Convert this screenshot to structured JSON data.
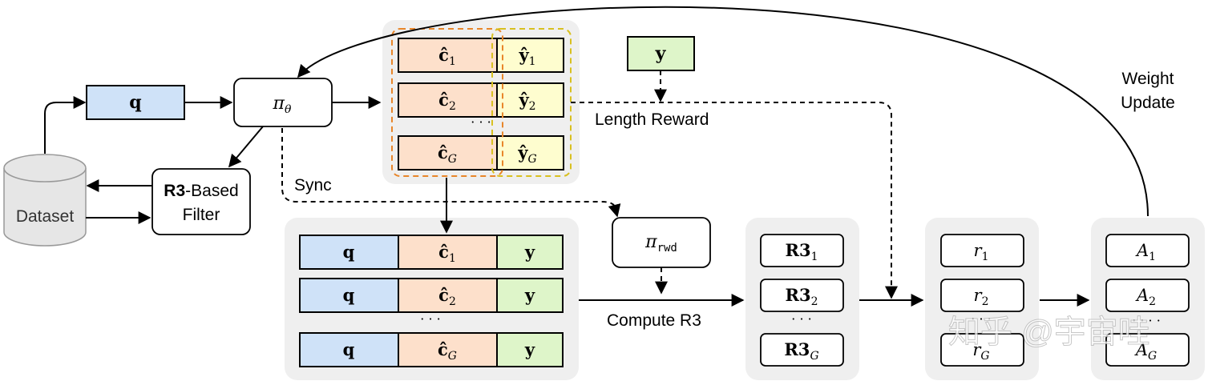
{
  "nodes": {
    "dataset": "Dataset",
    "q": "q",
    "policy": "π",
    "policy_sub": "θ",
    "filter_bold": "R3",
    "filter_rest": "-Based",
    "filter_line2": "Filter",
    "y_top": "y",
    "reward_model": "π",
    "reward_model_sub": "rwd"
  },
  "rollouts": {
    "rows": [
      {
        "c": "ĉ",
        "c_sub": "1",
        "y": "ŷ",
        "y_sub": "1"
      },
      {
        "c": "ĉ",
        "c_sub": "2",
        "y": "ŷ",
        "y_sub": "2"
      },
      {
        "c": "ĉ",
        "c_sub": "G",
        "y": "ŷ",
        "y_sub": "G"
      }
    ],
    "ellipsis": "· · ·"
  },
  "triples": {
    "rows": [
      {
        "q": "q",
        "c": "ĉ",
        "c_sub": "1",
        "y": "y"
      },
      {
        "q": "q",
        "c": "ĉ",
        "c_sub": "2",
        "y": "y"
      },
      {
        "q": "q",
        "c": "ĉ",
        "c_sub": "G",
        "y": "y"
      }
    ],
    "ellipsis": "· · ·"
  },
  "r3_scores": {
    "rows": [
      {
        "label": "R3",
        "sub": "1"
      },
      {
        "label": "R3",
        "sub": "2"
      },
      {
        "label": "R3",
        "sub": "G"
      }
    ],
    "ellipsis": "· · ·"
  },
  "rewards": {
    "rows": [
      {
        "label": "r",
        "sub": "1"
      },
      {
        "label": "r",
        "sub": "2"
      },
      {
        "label": "r",
        "sub": "G"
      }
    ],
    "ellipsis": "· · ·"
  },
  "advantages": {
    "rows": [
      {
        "label": "A",
        "sub": "1"
      },
      {
        "label": "A",
        "sub": "2"
      },
      {
        "label": "A",
        "sub": "G"
      }
    ],
    "ellipsis": "· · · ·"
  },
  "labels": {
    "sync": "Sync",
    "length_reward": "Length Reward",
    "compute_r3": "Compute R3",
    "weight_update_1": "Weight",
    "weight_update_2": "Update"
  },
  "watermark": "知乎 @宇宙哇",
  "colors": {
    "q_fill": "#cfe2f8",
    "c_fill": "#fde0cb",
    "y_fill": "#fefdcf",
    "y_gt_fill": "#def5c9",
    "panel": "#efefef",
    "orange_dash": "#e8862a",
    "yellow_dash": "#d8c020"
  }
}
